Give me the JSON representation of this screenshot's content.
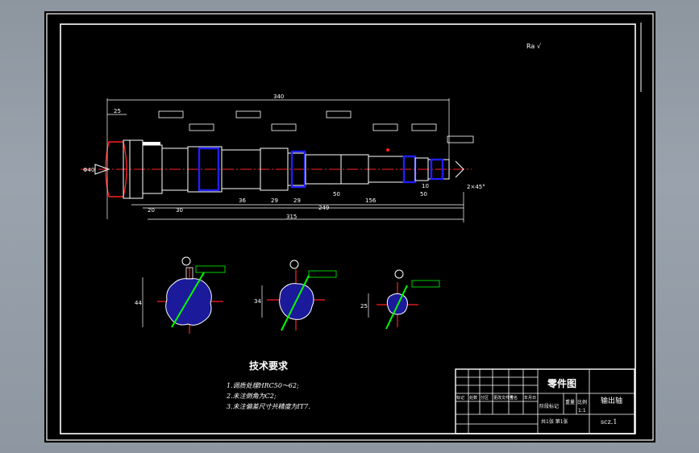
{
  "colors": {
    "background": "#000000",
    "line": "#ffffff",
    "frame": "#ffffff",
    "centerline": "#ff2020",
    "hidden_blue": "#2020ff",
    "annotation_green": "#00ff00",
    "dimension": "#ffffff"
  },
  "roughness_mark": "Ra √",
  "dimensions": {
    "overall_top": "340",
    "left_step": "25",
    "seg_a": "20",
    "seg_b": "30",
    "seg_c": "36",
    "seg_d": "29",
    "seg_e": "29",
    "seg_f": "50",
    "seg_g": "156",
    "seg_h": "10",
    "seg_i": "50",
    "span_249": "249",
    "span_315": "315",
    "chamfer": "2×45°",
    "dia_left": "Φ40",
    "sec1_dim": "44",
    "sec2_dim": "34",
    "sec3_dim": "25"
  },
  "tech_req": {
    "title": "技术要求",
    "items": [
      "1.调质处理HRC50～62;",
      "2.未注倒角为C2;",
      "3.未注偏差尺寸共精度为IT7."
    ]
  },
  "title_block": {
    "drawing_type": "零件图",
    "part_name": "输出轴",
    "scale_label": "比例",
    "scale_value": "1:1",
    "sheet_label": "重量",
    "col_labels": [
      "标记",
      "处数",
      "分区",
      "更改文件号",
      "签名",
      "年月日"
    ],
    "stage_label": "阶段标记",
    "sheet_count": "共1张 第1张",
    "code": "scz.1"
  }
}
